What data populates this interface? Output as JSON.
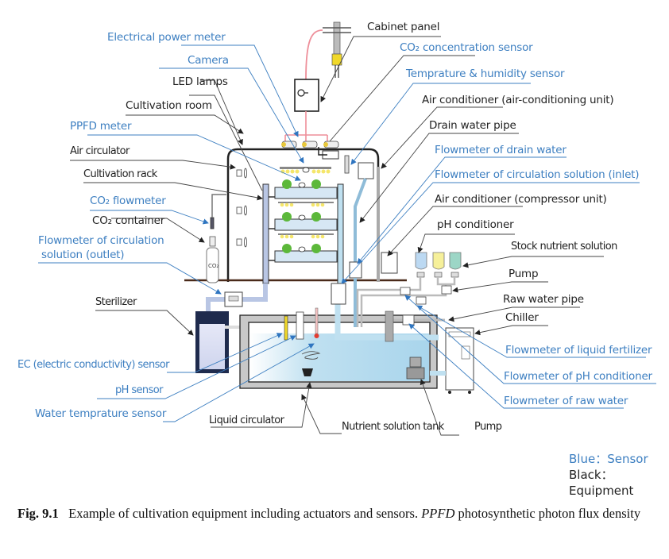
{
  "figure": {
    "colors": {
      "sensor": "#3d7fc1",
      "equipment": "#222222",
      "water": "#bfe0f0",
      "pipe_blue": "#b9c6e4",
      "power_line": "#ee8f9a",
      "floor": "#4a2a1a",
      "plant": "#5cb83a",
      "led": "#f5e66a"
    },
    "labels": {
      "cabinet_panel": "Cabinet panel",
      "electrical_power_meter": "Electrical power meter",
      "co2_concentration_sensor": "CO₂ concentration sensor",
      "camera": "Camera",
      "temprature_humidity_sensor": "Temprature & humidity sensor",
      "led_lamps": "LED lamps",
      "air_conditioner_unit": "Air conditioner (air-conditioning unit)",
      "cultivation_room": "Cultivation room",
      "drain_water_pipe": "Drain water pipe",
      "ppfd_meter": "PPFD meter",
      "flowmeter_drain_water": "Flowmeter of drain water",
      "air_circulator": "Air circulator",
      "flowmeter_circulation_inlet": "Flowmeter of circulation solution (inlet)",
      "cultivation_rack": "Cultivation rack",
      "air_conditioner_compressor": "Air conditioner (compressor unit)",
      "co2_flowmeter": "CO₂ flowmeter",
      "co2_container": "CO₂ container",
      "ph_conditioner": "pH conditioner",
      "flowmeter_circulation_outlet_1": "Flowmeter of circulation",
      "flowmeter_circulation_outlet_2": "solution (outlet)",
      "stock_nutrient_solution": "Stock nutrient solution",
      "pump_top": "Pump",
      "sterilizer": "Sterilizer",
      "raw_water_pipe": "Raw water pipe",
      "chiller": "Chiller",
      "ec_sensor": "EC (electric conductivity) sensor",
      "flowmeter_liquid_fertilizer": "Flowmeter of liquid fertilizer",
      "ph_sensor": "pH sensor",
      "flowmeter_ph_conditioner": "Flowmeter of pH conditioner",
      "water_temprature_sensor": "Water temprature sensor",
      "flowmeter_raw_water": "Flowmeter of raw water",
      "liquid_circulator": "Liquid circulator",
      "nutrient_solution_tank": "Nutrient solution tank",
      "pump_bottom": "Pump",
      "co2_bottle_text": "CO₂"
    },
    "legend": {
      "sensor": "Blue：Sensor",
      "equipment": "Black：Equipment"
    },
    "caption": {
      "number": "Fig. 9.1",
      "text": "Example of cultivation equipment including actuators and sensors.",
      "abbr": "PPFD",
      "abbr_def": "photosynthetic photon flux density"
    }
  }
}
